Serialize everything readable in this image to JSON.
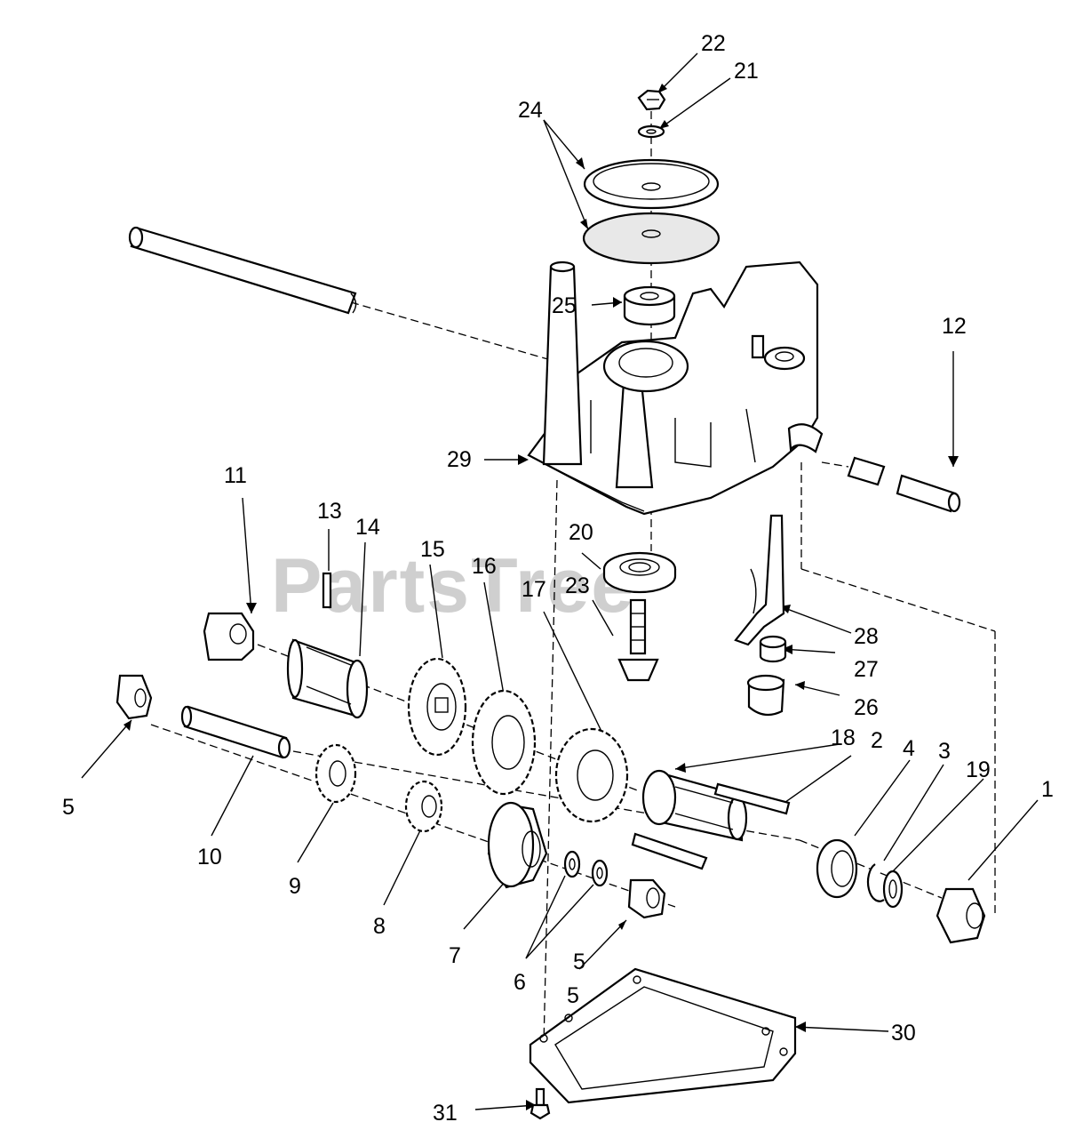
{
  "watermark": "PartsTree",
  "callouts": {
    "p1": "1",
    "p2": "2",
    "p3": "3",
    "p4": "4",
    "p5a": "5",
    "p5b": "5",
    "p5c": "5",
    "p6": "6",
    "p7": "7",
    "p8": "8",
    "p9": "9",
    "p10": "10",
    "p11": "11",
    "p12": "12",
    "p13": "13",
    "p14": "14",
    "p15": "15",
    "p16": "16",
    "p17": "17",
    "p18": "18",
    "p19": "19",
    "p20": "20",
    "p21": "21",
    "p22": "22",
    "p23": "23",
    "p24": "24",
    "p25": "25",
    "p26": "26",
    "p27": "27",
    "p28": "28",
    "p29": "29",
    "p30": "30",
    "p31": "31"
  },
  "colors": {
    "line": "#000000",
    "background": "#ffffff",
    "watermark": "#cfcfcf"
  }
}
